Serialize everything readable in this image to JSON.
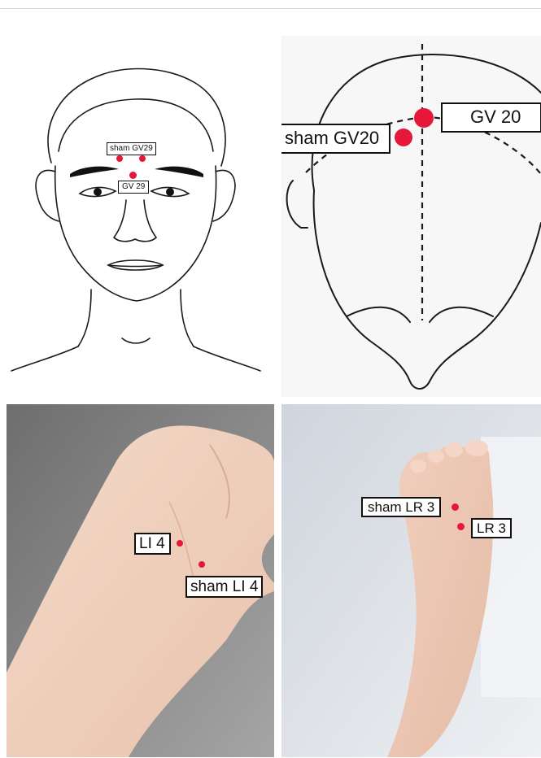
{
  "colors": {
    "point": "#e5183a",
    "line": "#1a1a1a",
    "label_border": "#111111"
  },
  "panels": {
    "face": {
      "labels": {
        "sham": "sham GV29",
        "real": "GV 29"
      }
    },
    "head": {
      "labels": {
        "real": "GV 20",
        "sham": "sham GV20"
      }
    },
    "hand": {
      "labels": {
        "real": "LI 4",
        "sham": "sham LI 4"
      }
    },
    "foot": {
      "labels": {
        "sham": "sham LR 3",
        "real": "LR 3"
      }
    }
  }
}
